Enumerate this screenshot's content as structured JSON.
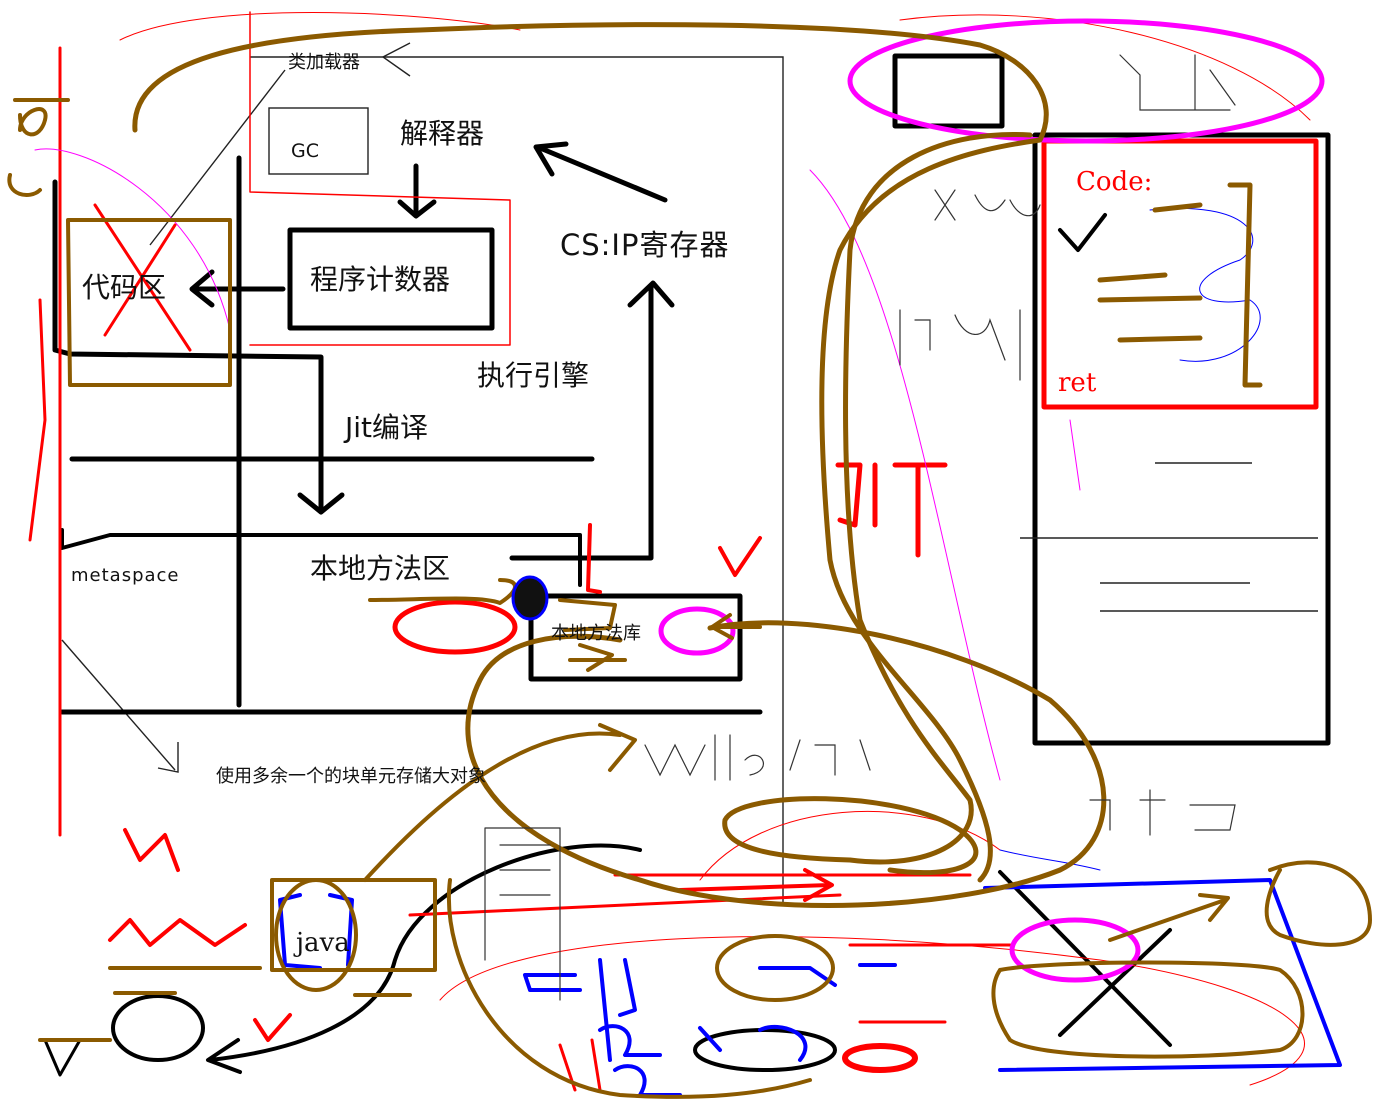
{
  "diagram": {
    "labels": {
      "class_loader": "类加载器",
      "gc": "GC",
      "interpreter": "解释器",
      "program_counter": "程序计数器",
      "code_area": "代码区",
      "cs_ip_register": "CS:IP寄存器",
      "execution_engine": "执行引擎",
      "jit_compile": "Jit编译",
      "native_method_area": "本地方法区",
      "native_method_lib": "本地方法库",
      "metaspace": "metaspace",
      "large_object_note": "使用多余一个的块单元存储大对象",
      "code_label": "Code:",
      "ret_label": "ret",
      "java_label": "java",
      "jit_big": "JIT"
    },
    "colors": {
      "ink": "#000000",
      "red": "#ff0000",
      "brown": "#8b5a00",
      "magenta": "#ff00ff",
      "blue": "#0000ff"
    }
  }
}
